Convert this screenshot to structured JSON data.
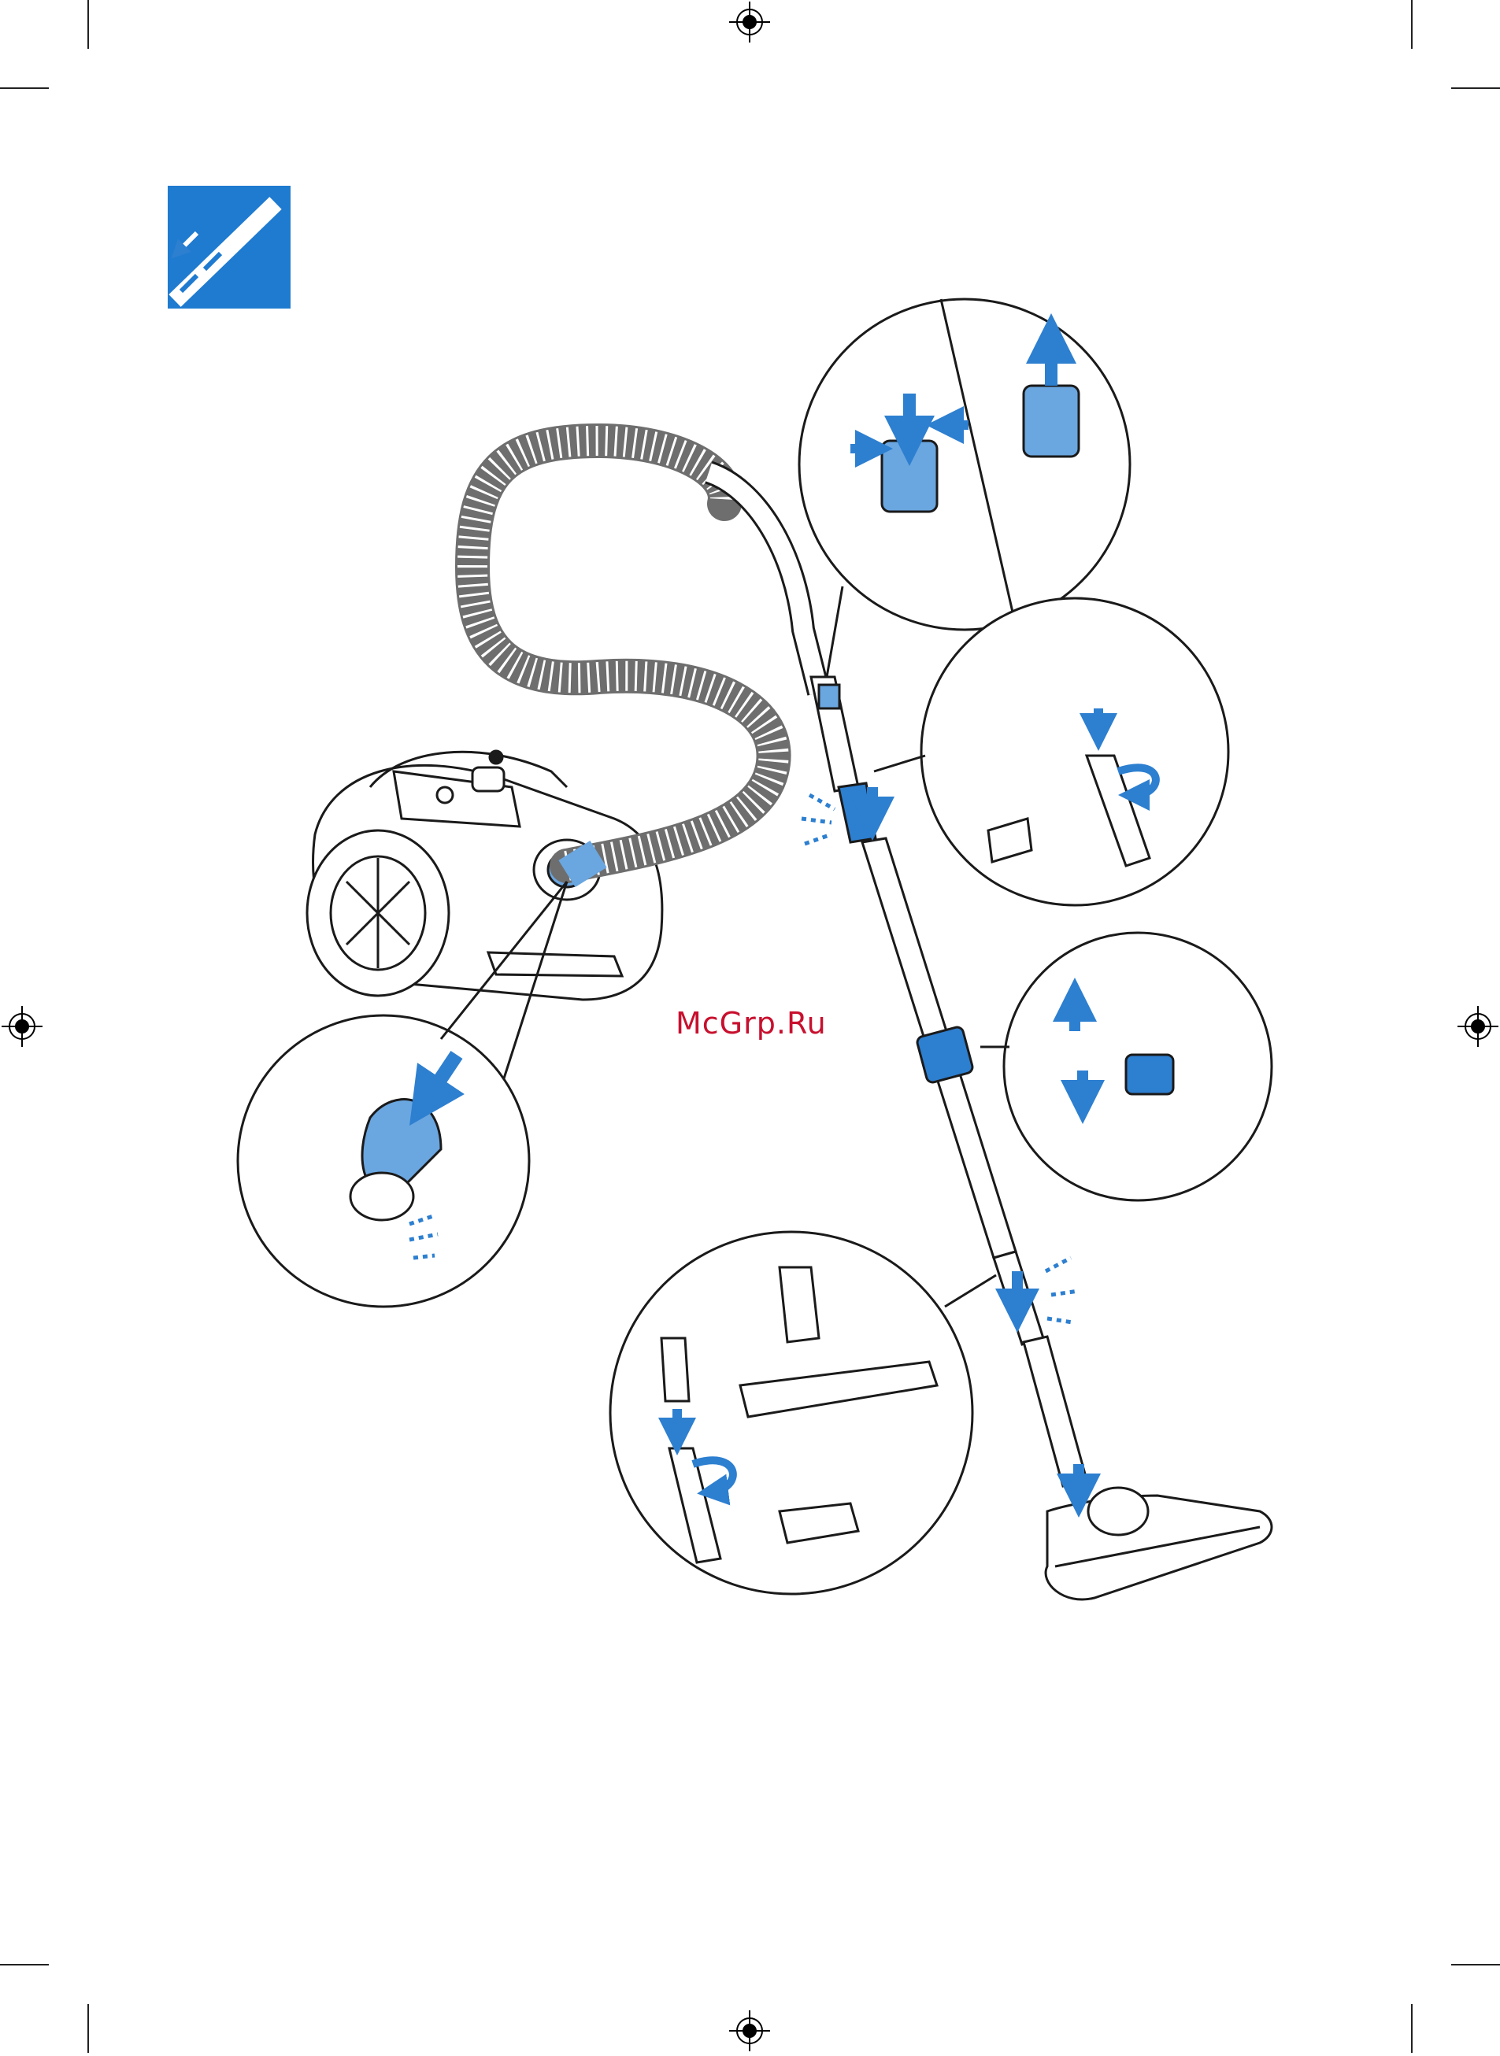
{
  "watermark": {
    "text": "McGrp.Ru"
  },
  "colors": {
    "accent_blue": "#2d7fd0",
    "light_blue": "#6aa6e0",
    "line": "#1a1a1a",
    "hose_gray": "#8f8f8f",
    "watermark_red": "#c8102e",
    "icon_bg": "#1e7bd0"
  },
  "icons": {
    "section_badge": "hose-attach-icon",
    "registration_mark": "crosshair-icon"
  },
  "callouts": [
    {
      "name": "callout-push-release-buttons",
      "icon": "press-release-icon"
    },
    {
      "name": "callout-crevice-tool",
      "icon": "crevice-tool-icon"
    },
    {
      "name": "callout-telescopic-adjust",
      "icon": "telescopic-slider-icon"
    },
    {
      "name": "callout-hose-connect",
      "icon": "hose-connector-icon"
    },
    {
      "name": "callout-floor-nozzle",
      "icon": "floor-nozzle-icon"
    }
  ]
}
